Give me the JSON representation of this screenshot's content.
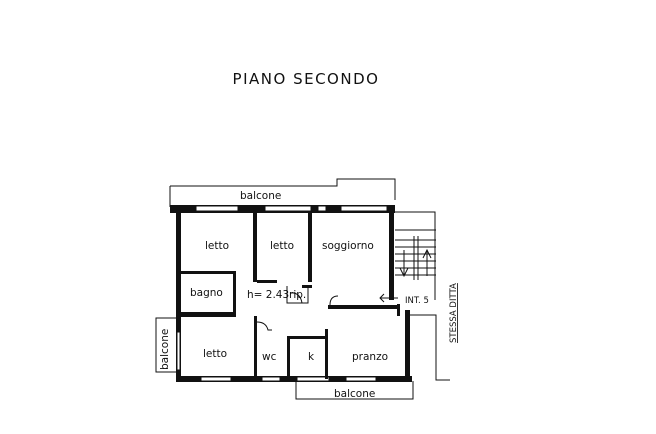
{
  "title": "PIANO SECONDO",
  "rooms": {
    "balcone_top": "balcone",
    "letto_1": "letto",
    "letto_2": "letto",
    "soggiorno": "soggiorno",
    "bagno": "bagno",
    "height": "h= 2.43",
    "rip": "rip.",
    "int": "INT. 5",
    "balcone_left": "balcone",
    "letto_3": "letto",
    "wc": "wc",
    "k": "k",
    "pranzo": "pranzo",
    "balcone_bottom": "balcone"
  },
  "note": "STESSA DITTA"
}
